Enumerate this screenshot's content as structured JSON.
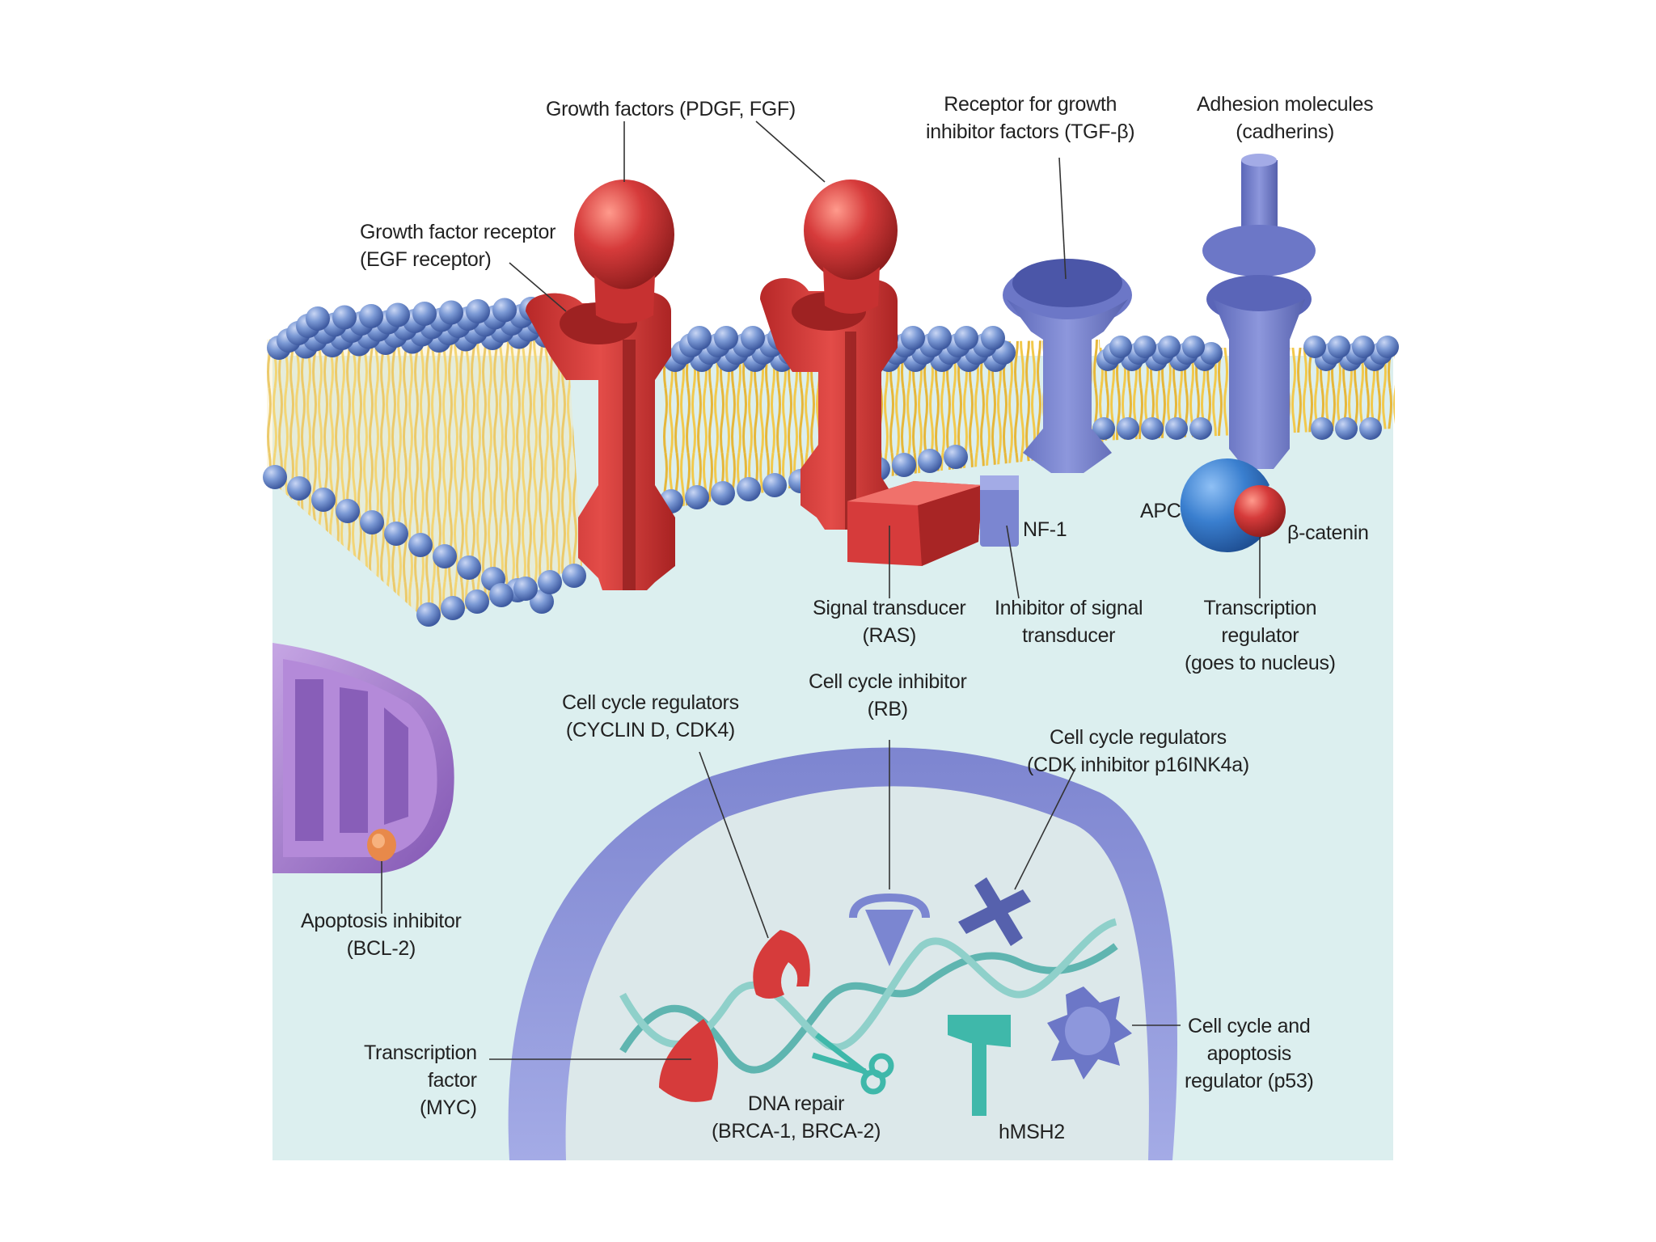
{
  "labels": {
    "growth_factors": [
      "Growth factors (PDGF, FGF)"
    ],
    "receptor_growth_inhibitor": [
      "Receptor for growth",
      "inhibitor factors (TGF-β)"
    ],
    "adhesion_molecules": [
      "Adhesion molecules",
      "(cadherins)"
    ],
    "growth_factor_receptor": [
      "Growth factor receptor",
      "(EGF receptor)"
    ],
    "apc": [
      "APC"
    ],
    "nf1": [
      "NF-1"
    ],
    "beta_catenin": [
      "β-catenin"
    ],
    "signal_transducer": [
      "Signal transducer",
      "(RAS)"
    ],
    "inhibitor_signal_transducer": [
      "Inhibitor of signal",
      "transducer"
    ],
    "transcription_regulator": [
      "Transcription",
      "regulator",
      "(goes to nucleus)"
    ],
    "cell_cycle_inhibitor": [
      "Cell cycle inhibitor",
      "(RB)"
    ],
    "cell_cycle_regulators_cyclin": [
      "Cell cycle regulators",
      "(CYCLIN D, CDK4)"
    ],
    "cell_cycle_regulators_cdk_inhibitor": [
      "Cell cycle regulators",
      "(CDK inhibitor p16INK4a)"
    ],
    "apoptosis_inhibitor": [
      "Apoptosis inhibitor",
      "(BCL-2)"
    ],
    "transcription_factor": [
      "Transcription",
      "factor",
      "(MYC)"
    ],
    "dna_repair": [
      "DNA repair",
      "(BRCA-1, BRCA-2)"
    ],
    "hmsh2": [
      "hMSH2"
    ],
    "p53": [
      "Cell cycle and",
      "apoptosis",
      "regulator (p53)"
    ]
  },
  "colors": {
    "background_cytoplasm": "#dcefef",
    "lipid_head": "#7d9bd6",
    "lipid_tail": "#f2c94c",
    "oncoprotein_red": "#d63b3b",
    "suppressor_blue": "#7b86d1",
    "mitochondrion": "#9b6fc4",
    "nucleus": "#8c93d8",
    "dna": "#5fb5b0",
    "hmsh2": "#3fb8aa",
    "bcl2": "#e8894a"
  }
}
